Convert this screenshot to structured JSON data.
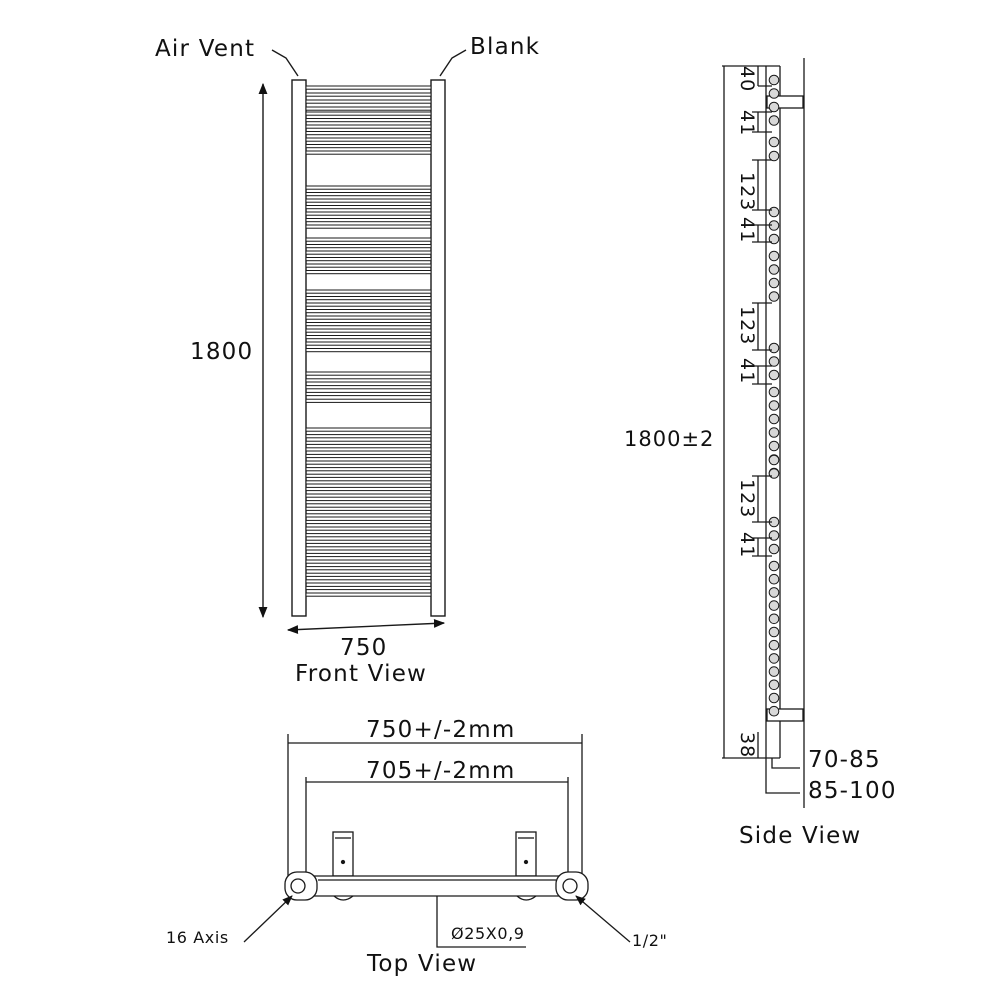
{
  "front_view": {
    "caption": "Front View",
    "air_vent": "Air Vent",
    "blank": "Blank",
    "height": "1800",
    "width": "750"
  },
  "side_view": {
    "caption": "Side View",
    "dims": {
      "top": "40",
      "g1": "41",
      "s1": "123",
      "g2": "41",
      "s2": "123",
      "g3": "41",
      "s3": "123",
      "g4": "41",
      "bottom": "38"
    },
    "total_height": "1800±2",
    "wall_near": "70-85",
    "wall_far": "85-100"
  },
  "top_view": {
    "caption": "Top View",
    "overall": "750+/-2mm",
    "centres": "705+/-2mm",
    "axis": "16 Axis",
    "tube": "Ø25X0,9",
    "thread": "1/2\""
  },
  "colors": {
    "line": "#1a1a1a",
    "fill": "#ffffff",
    "shade": "#d8d8d8"
  }
}
